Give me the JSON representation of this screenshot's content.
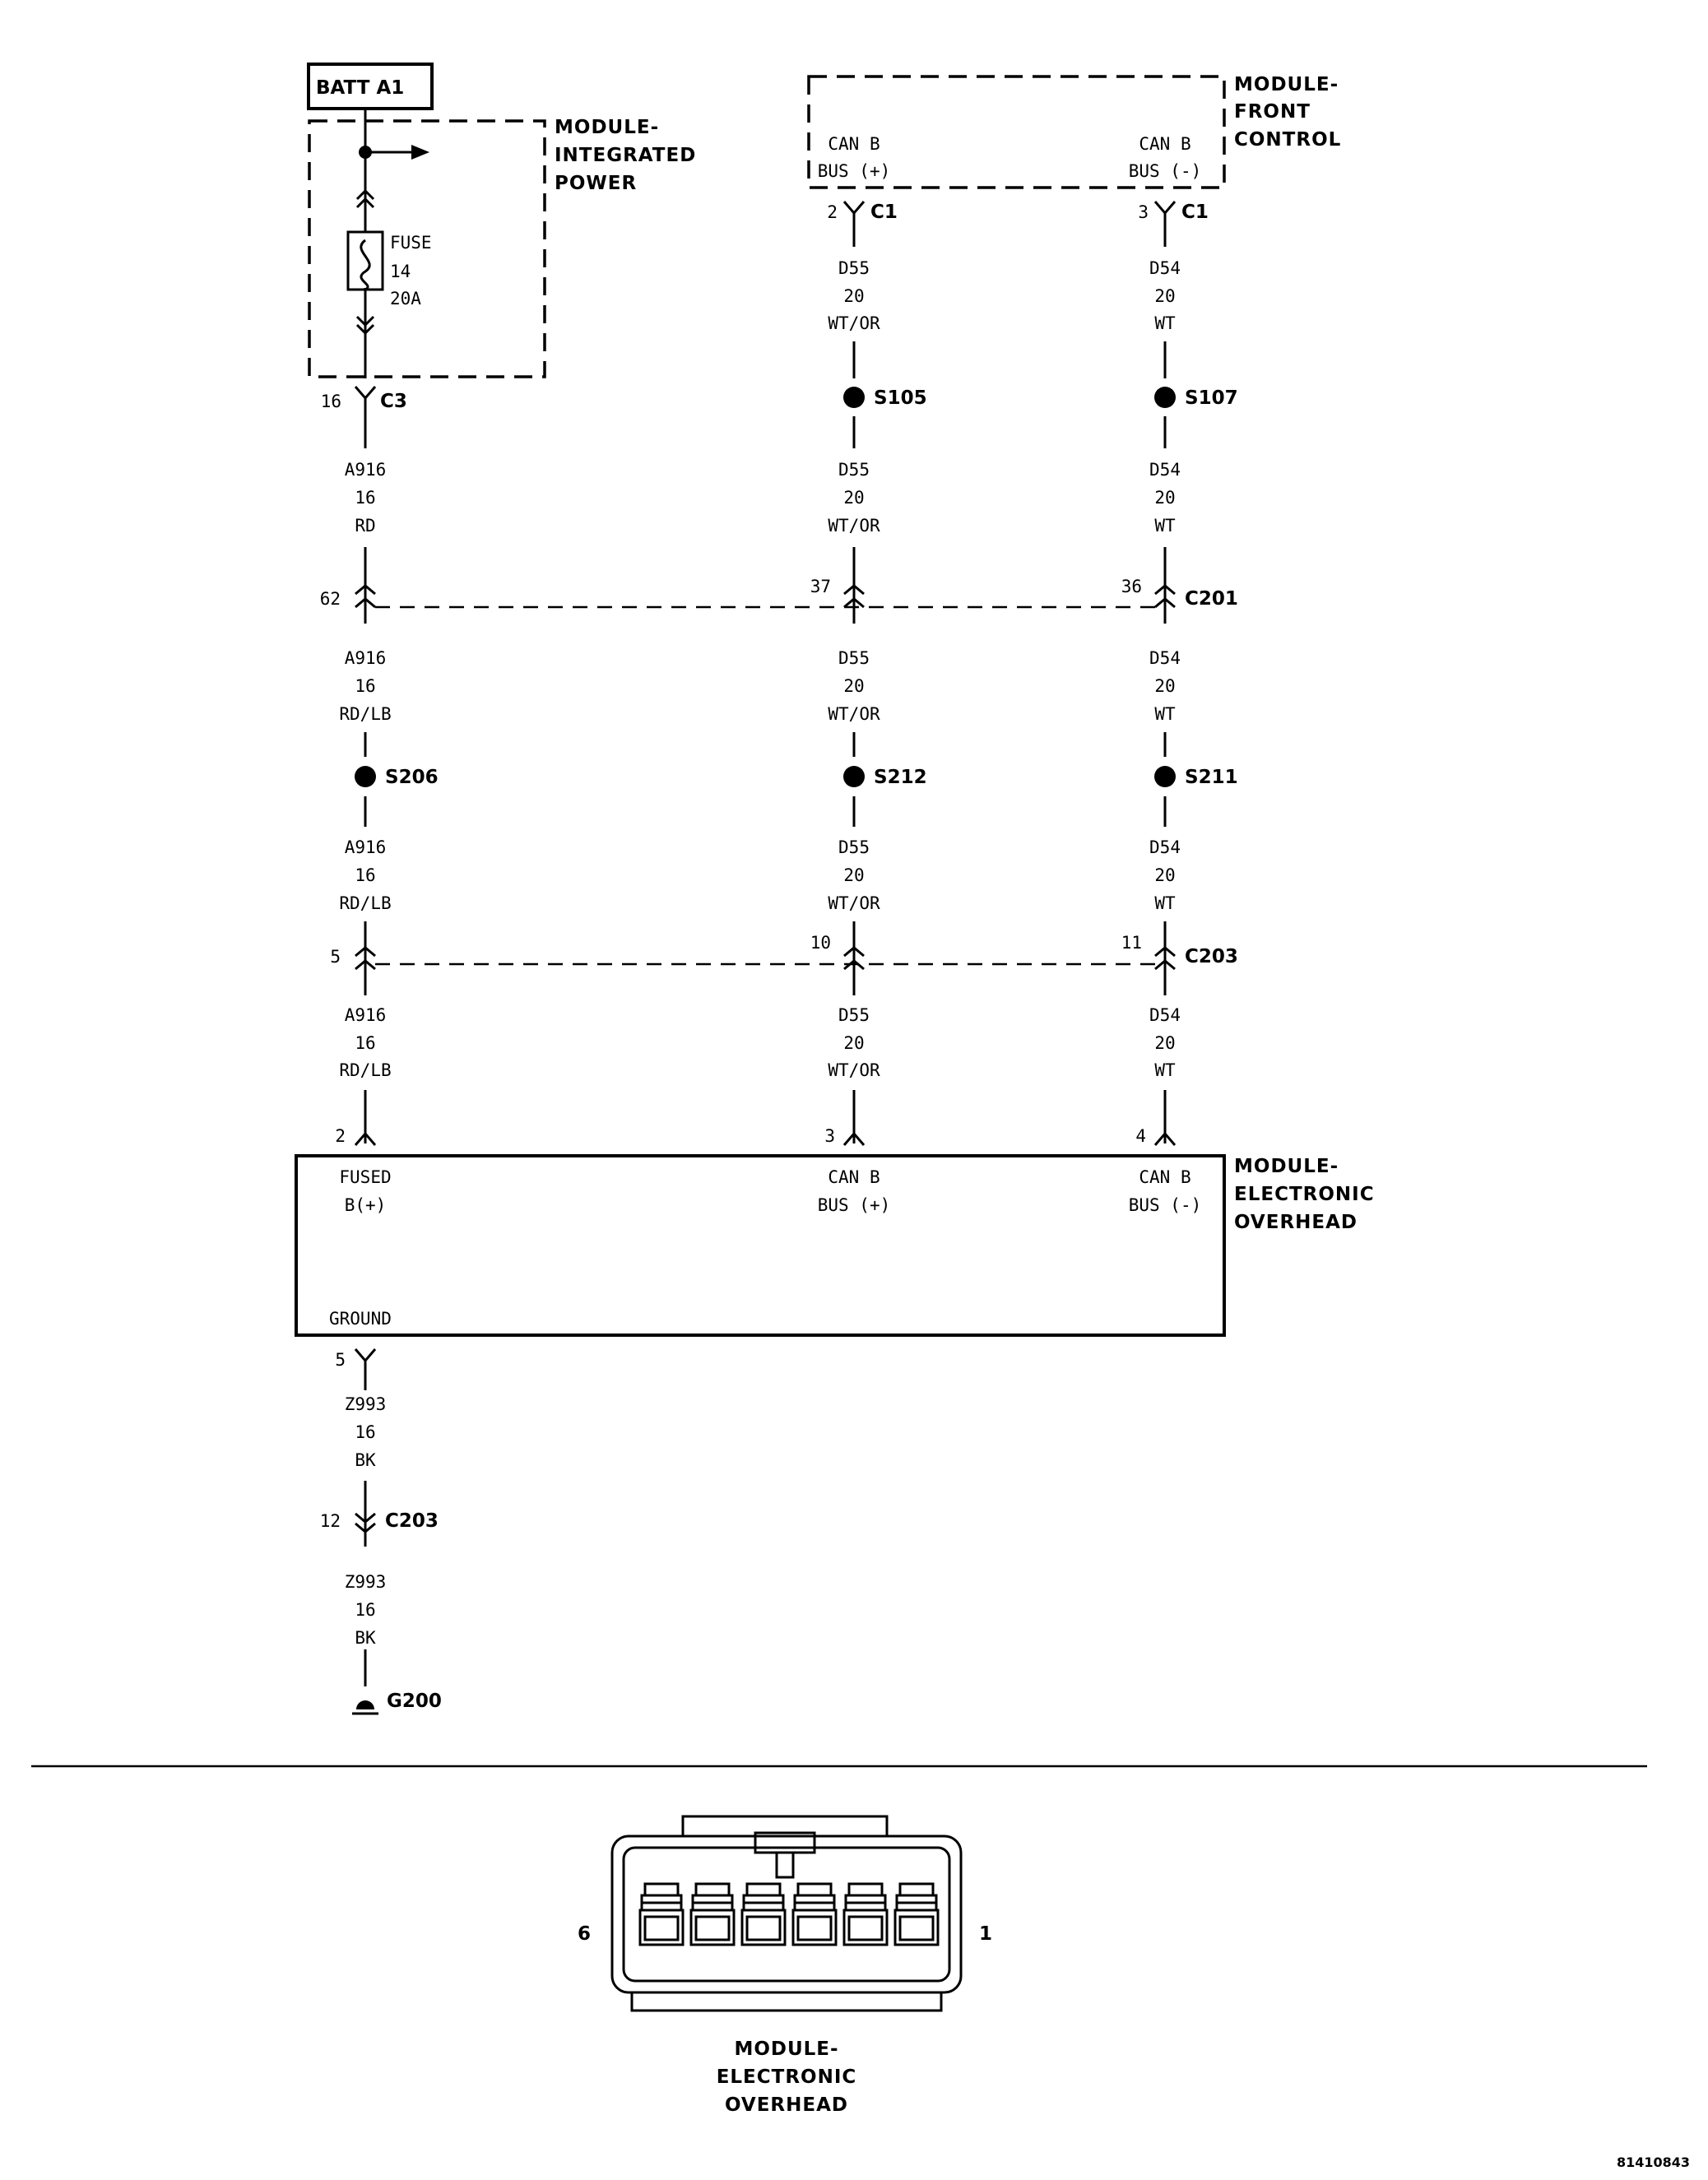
{
  "batt_label": "BATT A1",
  "ipm": {
    "line1": "MODULE-",
    "line2": "INTEGRATED",
    "line3": "POWER"
  },
  "fuse": {
    "label": "FUSE",
    "number": "14",
    "rating": "20A"
  },
  "fcm": {
    "line1": "MODULE-",
    "line2": "FRONT",
    "line3": "CONTROL",
    "pin_a_name1": "CAN B",
    "pin_a_name2": "BUS (+)",
    "pin_b_name1": "CAN B",
    "pin_b_name2": "BUS (-)"
  },
  "c1": {
    "pin_a": "2",
    "pin_b": "3",
    "name": "C1"
  },
  "c3": {
    "pin": "16",
    "name": "C3"
  },
  "wire_a916_1": {
    "code": "A916",
    "gauge": "16",
    "color": "RD"
  },
  "wire_a916_2": {
    "code": "A916",
    "gauge": "16",
    "color": "RD/LB"
  },
  "wire_a916_3": {
    "code": "A916",
    "gauge": "16",
    "color": "RD/LB"
  },
  "wire_a916_4": {
    "code": "A916",
    "gauge": "16",
    "color": "RD/LB"
  },
  "wire_d55_1": {
    "code": "D55",
    "gauge": "20",
    "color": "WT/OR"
  },
  "wire_d55_2": {
    "code": "D55",
    "gauge": "20",
    "color": "WT/OR"
  },
  "wire_d55_3": {
    "code": "D55",
    "gauge": "20",
    "color": "WT/OR"
  },
  "wire_d55_4": {
    "code": "D55",
    "gauge": "20",
    "color": "WT/OR"
  },
  "wire_d55_5": {
    "code": "D55",
    "gauge": "20",
    "color": "WT/OR"
  },
  "wire_d54_1": {
    "code": "D54",
    "gauge": "20",
    "color": "WT"
  },
  "wire_d54_2": {
    "code": "D54",
    "gauge": "20",
    "color": "WT"
  },
  "wire_d54_3": {
    "code": "D54",
    "gauge": "20",
    "color": "WT"
  },
  "wire_d54_4": {
    "code": "D54",
    "gauge": "20",
    "color": "WT"
  },
  "wire_d54_5": {
    "code": "D54",
    "gauge": "20",
    "color": "WT"
  },
  "splices": {
    "s105": "S105",
    "s107": "S107",
    "s206": "S206",
    "s212": "S212",
    "s211": "S211"
  },
  "c201": {
    "pin_a": "62",
    "pin_b": "37",
    "pin_c": "36",
    "name": "C201"
  },
  "c203_top": {
    "pin_a": "5",
    "pin_b": "10",
    "pin_c": "11",
    "name": "C203"
  },
  "eom_pins": {
    "pin_a": "2",
    "pin_b": "3",
    "pin_c": "4"
  },
  "eom": {
    "line1": "MODULE-",
    "line2": "ELECTRONIC",
    "line3": "OVERHEAD",
    "fused1": "FUSED",
    "fused2": "B(+)",
    "can_a1": "CAN B",
    "can_a2": "BUS (+)",
    "can_b1": "CAN B",
    "can_b2": "BUS (-)",
    "ground": "GROUND"
  },
  "ground_pin": "5",
  "wire_z993_1": {
    "code": "Z993",
    "gauge": "16",
    "color": "BK"
  },
  "wire_z993_2": {
    "code": "Z993",
    "gauge": "16",
    "color": "BK"
  },
  "c203_bottom": {
    "pin": "12",
    "name": "C203"
  },
  "ground_label": "G200",
  "connector_view": {
    "pin_left": "6",
    "pin_right": "1",
    "line1": "MODULE-",
    "line2": "ELECTRONIC",
    "line3": "OVERHEAD"
  },
  "figure_id": "81410843"
}
